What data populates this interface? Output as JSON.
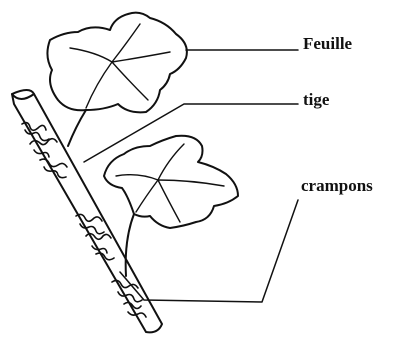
{
  "labels": {
    "feuille": "Feuille",
    "tige": "tige",
    "crampons": "crampons"
  },
  "colors": {
    "ink": "#111111",
    "background": "#ffffff"
  }
}
